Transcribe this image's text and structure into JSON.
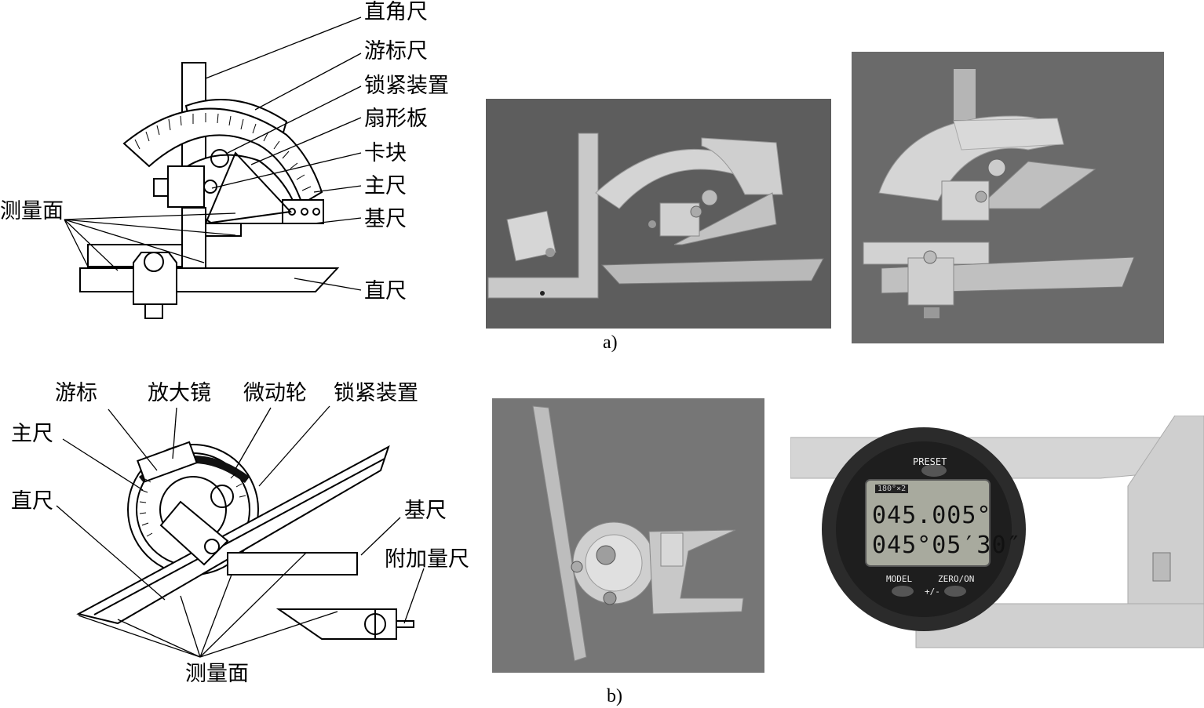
{
  "figure_a": {
    "caption": "a)",
    "labels": {
      "square": "直角尺",
      "vernier": "游标尺",
      "lock_device": "锁紧装置",
      "sector_plate": "扇形板",
      "clamp_block": "卡块",
      "main_scale": "主尺",
      "base_ruler": "基尺",
      "measuring_surface": "测量面",
      "straight_ruler": "直尺"
    }
  },
  "figure_b": {
    "caption": "b)",
    "labels": {
      "vernier": "游标",
      "magnifier": "放大镜",
      "fine_wheel": "微动轮",
      "lock_device": "锁紧装置",
      "main_scale": "主尺",
      "straight_ruler": "直尺",
      "base_ruler": "基尺",
      "extra_ruler": "附加量尺",
      "measuring_surface": "测量面"
    }
  },
  "digital_display": {
    "preset": "PRESET",
    "model": "MODEL",
    "zero_on": "ZERO/ON",
    "plus_minus": "+/-",
    "range_badge": "180°×2",
    "line1": "045.005°",
    "line2": "045°05′30″"
  }
}
